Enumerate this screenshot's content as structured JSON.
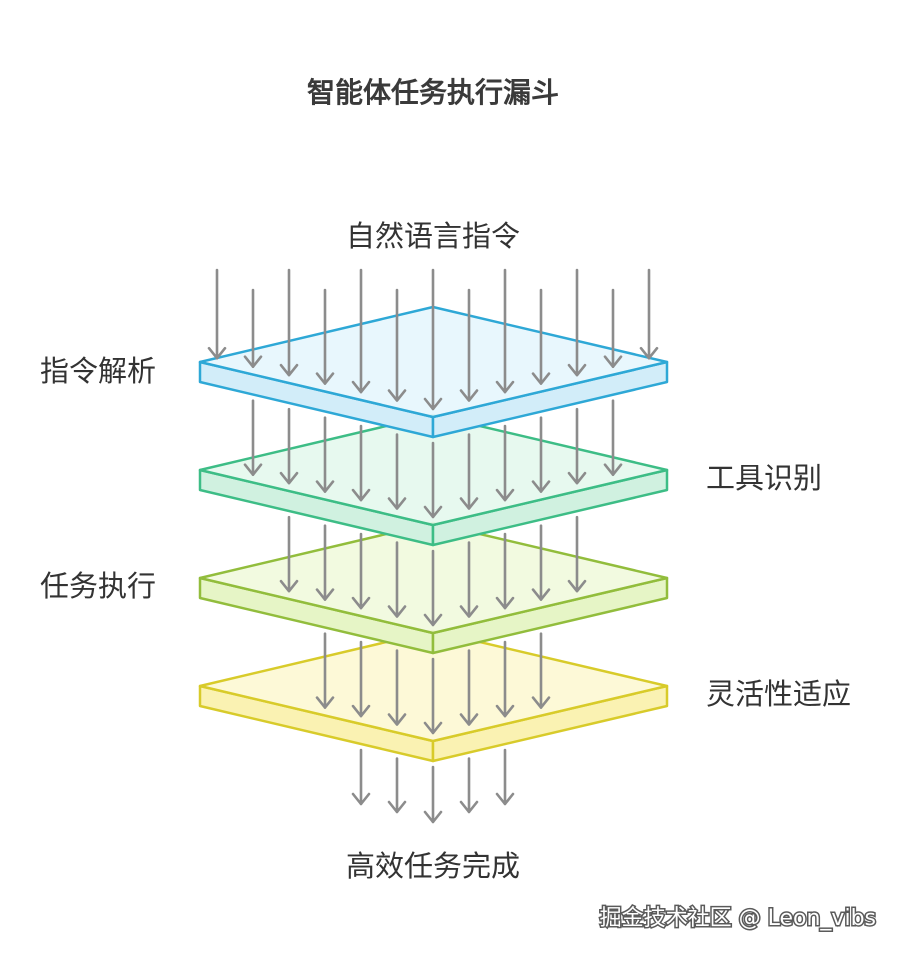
{
  "title": "智能体任务执行漏斗",
  "input_label": "自然语言指令",
  "output_label": "高效任务完成",
  "watermark": "掘金技术社区 @ Leon_vibs",
  "layers": [
    {
      "label": "指令解析",
      "side": "left",
      "stroke": "#2ea8d6",
      "fill": "#e6f6fd",
      "side_fill": "#d2edf9"
    },
    {
      "label": "工具识别",
      "side": "right",
      "stroke": "#3dbd86",
      "fill": "#e5f8ee",
      "side_fill": "#d0f1e0"
    },
    {
      "label": "任务执行",
      "side": "left",
      "stroke": "#92bd3c",
      "fill": "#f1fadd",
      "side_fill": "#e6f5c6"
    },
    {
      "label": "灵活性适应",
      "side": "right",
      "stroke": "#d8cb2a",
      "fill": "#fdf9d4",
      "side_fill": "#faf2b2"
    }
  ],
  "colors": {
    "arrow": "#8c8c8c",
    "text": "#333333"
  }
}
